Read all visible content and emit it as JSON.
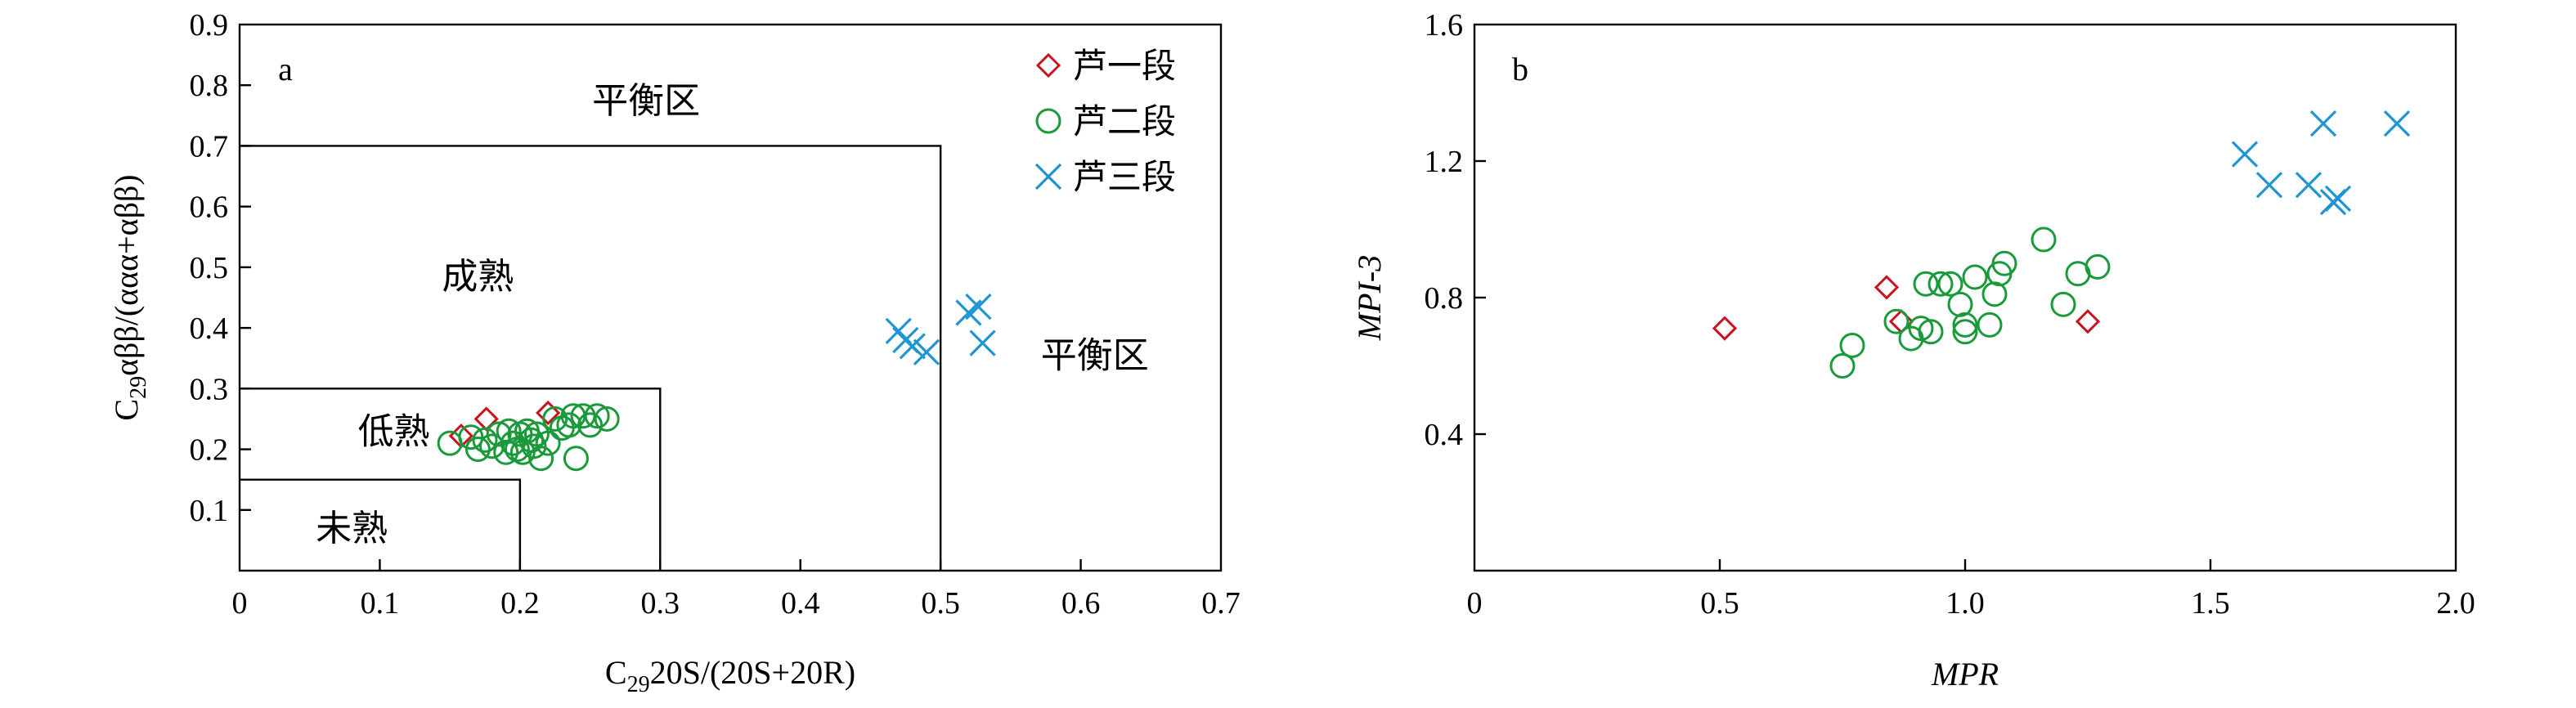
{
  "chart_data": [
    {
      "type": "scatter",
      "panel": "a",
      "xlabel": "C29 20S/(20S+20R)",
      "xlabel_main": "C",
      "xlabel_sub": "29",
      "xlabel_rest": "20S/(20S+20R)",
      "ylabel_main": "C",
      "ylabel_sub": "29",
      "ylabel_rest": "αββ/(ααα+αββ)",
      "xlim": [
        0,
        0.7
      ],
      "ylim": [
        0,
        0.9
      ],
      "xticks": [
        0,
        0.1,
        0.2,
        0.3,
        0.4,
        0.5,
        0.6,
        0.7
      ],
      "xtick_labels": [
        "0",
        "0.1",
        "0.2",
        "0.3",
        "0.4",
        "0.5",
        "0.6",
        "0.7"
      ],
      "yticks": [
        0.1,
        0.2,
        0.3,
        0.4,
        0.5,
        0.6,
        0.7,
        0.8,
        0.9
      ],
      "ytick_labels": [
        "0.1",
        "0.2",
        "0.3",
        "0.4",
        "0.5",
        "0.6",
        "0.7",
        "0.8",
        "0.9"
      ],
      "grid": false,
      "legend_position": "top-right",
      "zones": [
        {
          "label": "未熟",
          "x_max": 0.2,
          "y_max": 0.15,
          "label_at": [
            0.08,
            0.07
          ]
        },
        {
          "label": "低熟",
          "x_max": 0.3,
          "y_max": 0.3,
          "label_at": [
            0.11,
            0.23
          ]
        },
        {
          "label": "成熟",
          "x_max": 0.5,
          "y_max": 0.7,
          "label_at": [
            0.17,
            0.485
          ]
        },
        {
          "label": "平衡区",
          "label_at": [
            0.29,
            0.775
          ]
        },
        {
          "label": "平衡区",
          "label_at": [
            0.61,
            0.355
          ]
        }
      ],
      "series": [
        {
          "name": "芦一段",
          "marker": "diamond",
          "color": "#c8141e",
          "points": [
            [
              0.158,
              0.222
            ],
            [
              0.176,
              0.25
            ],
            [
              0.22,
              0.26
            ]
          ]
        },
        {
          "name": "芦二段",
          "marker": "circle",
          "color": "#1a9a3a",
          "points": [
            [
              0.15,
              0.21
            ],
            [
              0.165,
              0.22
            ],
            [
              0.17,
              0.2
            ],
            [
              0.175,
              0.215
            ],
            [
              0.18,
              0.205
            ],
            [
              0.185,
              0.225
            ],
            [
              0.19,
              0.195
            ],
            [
              0.192,
              0.23
            ],
            [
              0.195,
              0.21
            ],
            [
              0.198,
              0.2
            ],
            [
              0.2,
              0.225
            ],
            [
              0.202,
              0.195
            ],
            [
              0.205,
              0.23
            ],
            [
              0.208,
              0.215
            ],
            [
              0.21,
              0.205
            ],
            [
              0.212,
              0.225
            ],
            [
              0.215,
              0.185
            ],
            [
              0.22,
              0.21
            ],
            [
              0.225,
              0.25
            ],
            [
              0.23,
              0.235
            ],
            [
              0.235,
              0.24
            ],
            [
              0.238,
              0.255
            ],
            [
              0.24,
              0.185
            ],
            [
              0.245,
              0.255
            ],
            [
              0.25,
              0.24
            ],
            [
              0.255,
              0.255
            ],
            [
              0.262,
              0.25
            ]
          ]
        },
        {
          "name": "芦三段",
          "marker": "x",
          "color": "#1f96d2",
          "points": [
            [
              0.47,
              0.395
            ],
            [
              0.475,
              0.38
            ],
            [
              0.48,
              0.37
            ],
            [
              0.49,
              0.36
            ],
            [
              0.52,
              0.425
            ],
            [
              0.527,
              0.435
            ],
            [
              0.53,
              0.375
            ]
          ]
        }
      ]
    },
    {
      "type": "scatter",
      "panel": "b",
      "xlabel": "MPR",
      "ylabel": "MPI-3",
      "xlim": [
        0,
        2.0
      ],
      "ylim": [
        0,
        1.6
      ],
      "xticks": [
        0,
        0.5,
        1.0,
        1.5,
        2.0
      ],
      "xtick_labels": [
        "0",
        "0.5",
        "1.0",
        "1.5",
        "2.0"
      ],
      "yticks": [
        0.4,
        0.8,
        1.2,
        1.6
      ],
      "ytick_labels": [
        "0.4",
        "0.8",
        "1.2",
        "1.6"
      ],
      "grid": false,
      "series": [
        {
          "name": "芦一段",
          "marker": "diamond",
          "color": "#c8141e",
          "points": [
            [
              0.51,
              0.71
            ],
            [
              0.84,
              0.83
            ],
            [
              0.87,
              0.73
            ],
            [
              1.25,
              0.73
            ]
          ]
        },
        {
          "name": "芦二段",
          "marker": "circle",
          "color": "#1a9a3a",
          "points": [
            [
              0.75,
              0.6
            ],
            [
              0.77,
              0.66
            ],
            [
              0.86,
              0.73
            ],
            [
              0.89,
              0.68
            ],
            [
              0.91,
              0.71
            ],
            [
              0.92,
              0.84
            ],
            [
              0.93,
              0.7
            ],
            [
              0.95,
              0.84
            ],
            [
              0.97,
              0.84
            ],
            [
              0.99,
              0.78
            ],
            [
              1.0,
              0.72
            ],
            [
              1.0,
              0.7
            ],
            [
              1.02,
              0.86
            ],
            [
              1.05,
              0.72
            ],
            [
              1.06,
              0.81
            ],
            [
              1.07,
              0.87
            ],
            [
              1.08,
              0.9
            ],
            [
              1.16,
              0.97
            ],
            [
              1.2,
              0.78
            ],
            [
              1.23,
              0.87
            ],
            [
              1.27,
              0.89
            ]
          ]
        },
        {
          "name": "芦三段",
          "marker": "x",
          "color": "#1f96d2",
          "points": [
            [
              1.57,
              1.22
            ],
            [
              1.62,
              1.13
            ],
            [
              1.7,
              1.13
            ],
            [
              1.73,
              1.31
            ],
            [
              1.75,
              1.08
            ],
            [
              1.76,
              1.09
            ],
            [
              1.88,
              1.31
            ]
          ]
        }
      ]
    }
  ]
}
